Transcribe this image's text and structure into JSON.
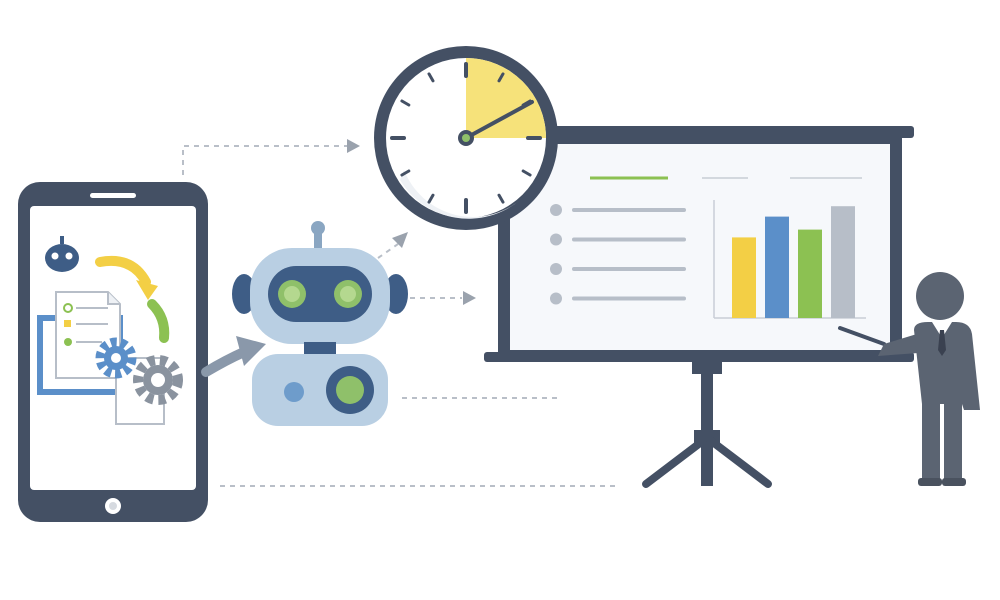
{
  "colors": {
    "navy": "#445064",
    "slate": "#5b6472",
    "screen": "#f6f8fb",
    "yellow": "#f3cf45",
    "yellow_light": "#f6e27a",
    "blue": "#5b8fc9",
    "green": "#8cc152",
    "grey_bar": "#b7bec8",
    "robot_light": "#b9cfe3",
    "robot_dark": "#3e5d86",
    "eye_green": "#8fc06a"
  },
  "icons": [
    "phone-icon",
    "robot-icon",
    "clock-icon",
    "gear-icon",
    "document-icon",
    "presenter-icon",
    "arrow-icon"
  ],
  "chart_data": {
    "type": "bar",
    "categories": [
      "",
      "",
      "",
      ""
    ],
    "values": [
      0.62,
      0.78,
      0.68,
      0.86
    ],
    "colors": [
      "#f3cf45",
      "#5b8fc9",
      "#8cc152",
      "#b7bec8"
    ],
    "ylim": [
      0,
      1
    ],
    "grid": false,
    "legend": "none"
  },
  "clock": {
    "highlight_fraction": 0.25
  },
  "board_list": {
    "item_count": 4
  }
}
